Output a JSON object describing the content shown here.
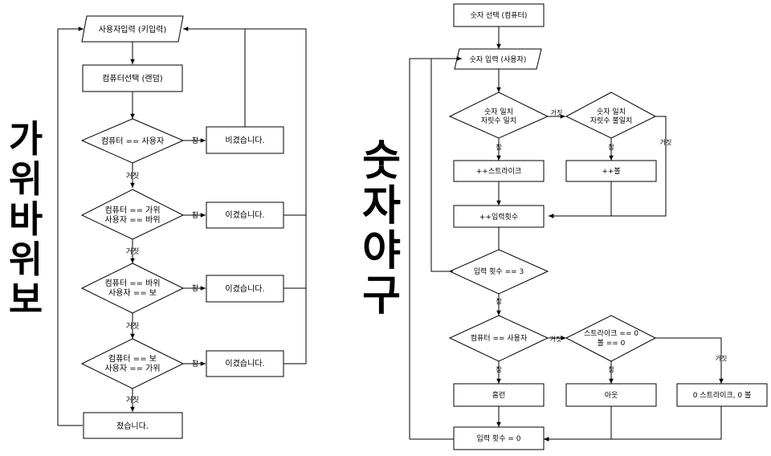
{
  "titles": {
    "left": [
      "가",
      "위",
      "바",
      "위",
      "보"
    ],
    "right": [
      "숫",
      "자",
      "야",
      "구"
    ]
  },
  "labels": {
    "true": "참",
    "false": "거짓"
  },
  "rps": {
    "input": "사용자입력 (키입력)",
    "computer_select": "컴퓨터선택 (랜덤)",
    "cond_tie": "컴퓨터 == 사용자",
    "result_tie": "비겼습니다.",
    "cond_win1": [
      "컴퓨터 == 가위",
      "사용자 == 바위"
    ],
    "result_win1": "이겼습니다.",
    "cond_win2": [
      "컴퓨터 == 바위",
      "사용자 == 보"
    ],
    "result_win2": "이겼습니다.",
    "cond_win3": [
      "컴퓨터 == 보",
      "사용자 == 가위"
    ],
    "result_win3": "이겼습니다.",
    "result_lose": "졌습니다."
  },
  "baseball": {
    "computer_select": "숫자 선택 (컴퓨터)",
    "input": "숫자 입력 (사용자)",
    "cond_strike": [
      "숫자 일치",
      "자릿수 일치"
    ],
    "cond_ball": [
      "숫자 일치",
      "자릿수 불일치"
    ],
    "strike_inc": "++스트라이크",
    "ball_inc": "++볼",
    "count_inc": "++입력횟수",
    "cond_count": "입력 횟수 == 3",
    "cond_match": "컴퓨터 == 사용자",
    "cond_out": [
      "스트라이크 == 0",
      "볼 == 0"
    ],
    "homerun": "홈런",
    "out": "아웃",
    "zero": "0 스트라이크, 0 볼",
    "reset": "입력 횟수 = 0"
  }
}
